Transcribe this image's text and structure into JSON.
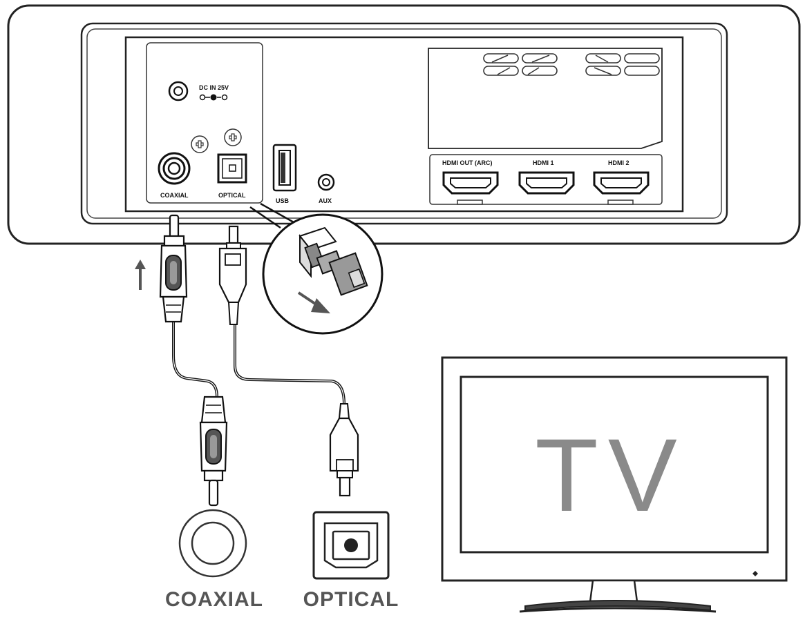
{
  "soundbar_panel": {
    "dc_in_label": "DC IN 25V",
    "coaxial_port_label": "COAXIAL",
    "optical_port_label": "OPTICAL",
    "usb_port_label": "USB",
    "aux_port_label": "AUX",
    "hdmi_out_label": "HDMI OUT (ARC)",
    "hdmi1_label": "HDMI 1",
    "hdmi2_label": "HDMI 2"
  },
  "tv_connectors": {
    "coaxial_label": "COAXIAL",
    "optical_label": "OPTICAL"
  },
  "tv": {
    "label": "TV"
  }
}
